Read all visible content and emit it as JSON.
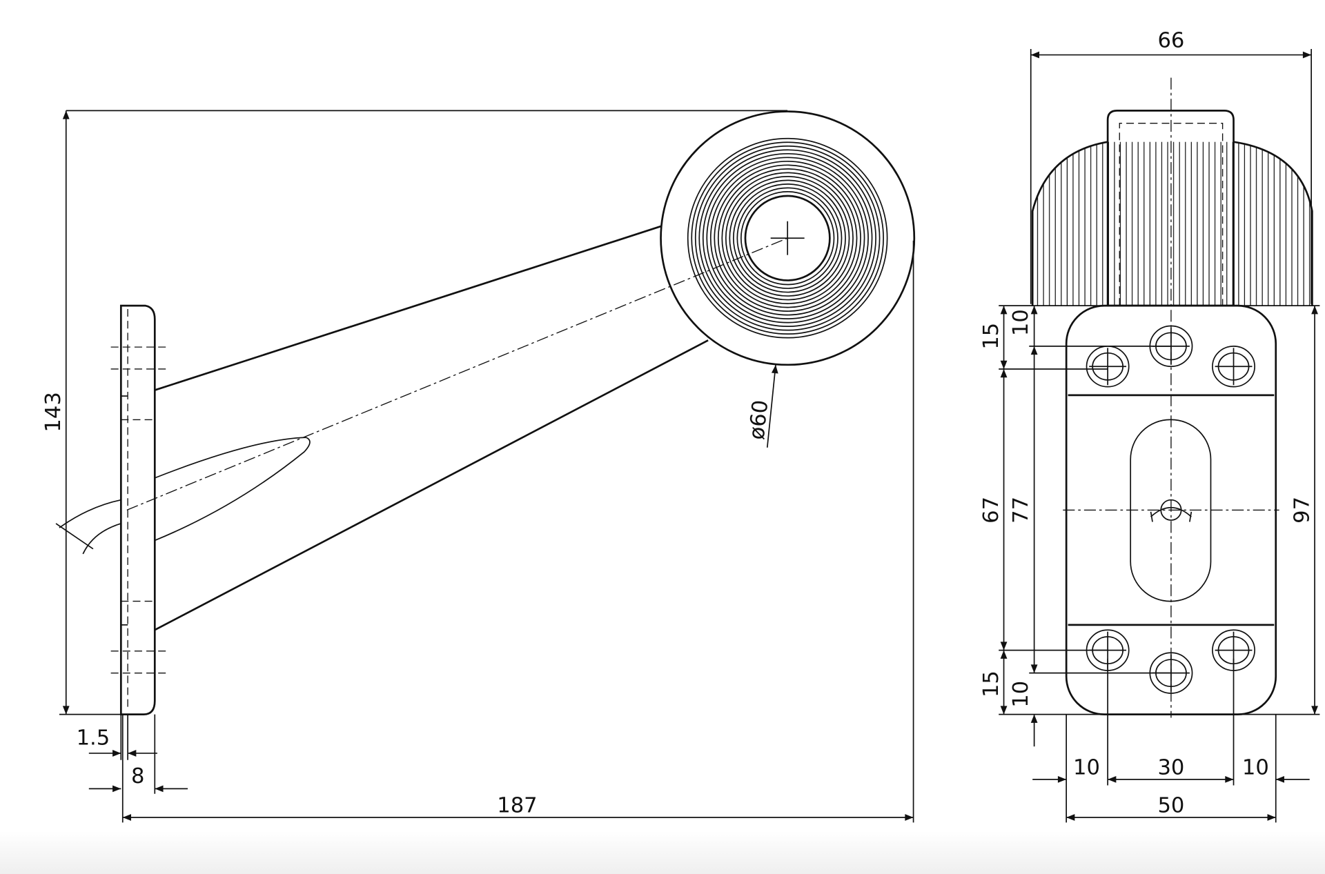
{
  "drawing": {
    "side_view": {
      "height_dim": "143",
      "length_dim": "187",
      "lens_diameter_dim": "ø60",
      "plate_thickness_dim": "1.5",
      "base_thickness_dim": "8"
    },
    "front_view": {
      "lens_width_dim": "66",
      "plate_height_dim": "97",
      "hole_spacing_outer_dim": "77",
      "hole_spacing_inner_dim": "67",
      "top_offset_15": "15",
      "top_offset_10": "10",
      "bottom_offset_15": "15",
      "bottom_offset_10": "10",
      "left_margin_dim": "10",
      "hole_pitch_dim": "30",
      "right_margin_dim": "10",
      "plate_width_dim": "50"
    }
  }
}
